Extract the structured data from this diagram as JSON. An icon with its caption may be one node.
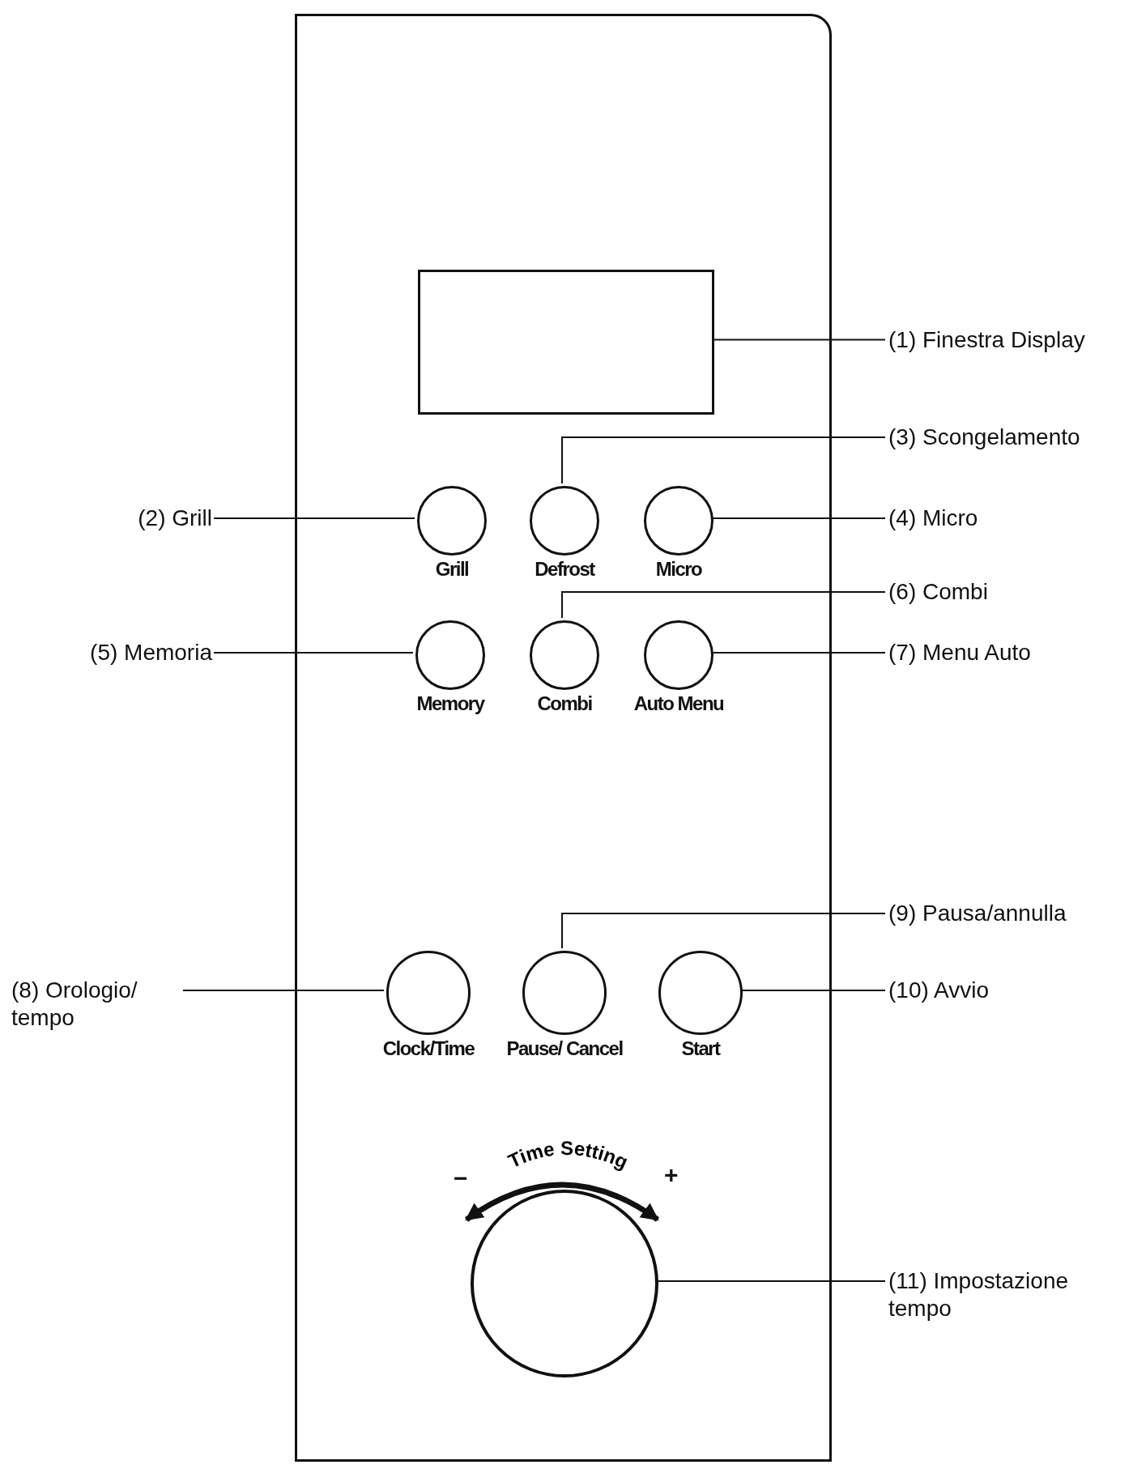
{
  "diagram": {
    "nodes": [
      {
        "text": [],
        "shape": "box"
      },
      {
        "text": [],
        "shape": "box",
        "in": 0
      },
      {
        "text": [
          "Grill"
        ],
        "in": 0
      },
      {
        "text": [
          "Defrost"
        ],
        "in": 0
      },
      {
        "text": [
          "Micro"
        ],
        "in": 0
      },
      {
        "text": [
          "Memory"
        ],
        "in": 0
      },
      {
        "text": [
          "Combi"
        ],
        "in": 0
      },
      {
        "text": [
          "Auto Menu"
        ],
        "in": 0
      },
      {
        "text": [
          "Clock/Time"
        ],
        "in": 0
      },
      {
        "text": [
          "Pause/ Cancel"
        ],
        "in": 0
      },
      {
        "text": [
          "Start"
        ],
        "in": 0
      },
      {
        "text": [
          "Time Setting"
        ],
        "in": 0
      },
      {
        "text": [
          "(1) Finestra Display"
        ]
      },
      {
        "text": [
          "(2) Grill"
        ]
      },
      {
        "text": [
          "(3) Scongelamento"
        ]
      },
      {
        "text": [
          "(4) Micro"
        ]
      },
      {
        "text": [
          "(5) Memoria"
        ]
      },
      {
        "text": [
          "(6) Combi"
        ]
      },
      {
        "text": [
          "(7) Menu Auto"
        ]
      },
      {
        "text": [
          "(8) Orologio/ tempo"
        ]
      },
      {
        "text": [
          "(9) Pausa/annulla"
        ]
      },
      {
        "text": [
          "(10) Avvio"
        ]
      },
      {
        "text": [
          "(11) Impostazione tempo"
        ]
      }
    ],
    "edges": [
      {
        "from": 12,
        "to": 1,
        "arrow": "none"
      },
      {
        "from": 13,
        "to": 2,
        "arrow": "none"
      },
      {
        "from": 14,
        "to": 3,
        "arrow": "none"
      },
      {
        "from": 15,
        "to": 4,
        "arrow": "none"
      },
      {
        "from": 16,
        "to": 5,
        "arrow": "none"
      },
      {
        "from": 17,
        "to": 6,
        "arrow": "none"
      },
      {
        "from": 18,
        "to": 7,
        "arrow": "none"
      },
      {
        "from": 19,
        "to": 8,
        "arrow": "none"
      },
      {
        "from": 20,
        "to": 9,
        "arrow": "none"
      },
      {
        "from": 21,
        "to": 10,
        "arrow": "none"
      },
      {
        "from": 22,
        "to": 11,
        "arrow": "none"
      }
    ],
    "labels": [
      "−",
      "+"
    ]
  }
}
